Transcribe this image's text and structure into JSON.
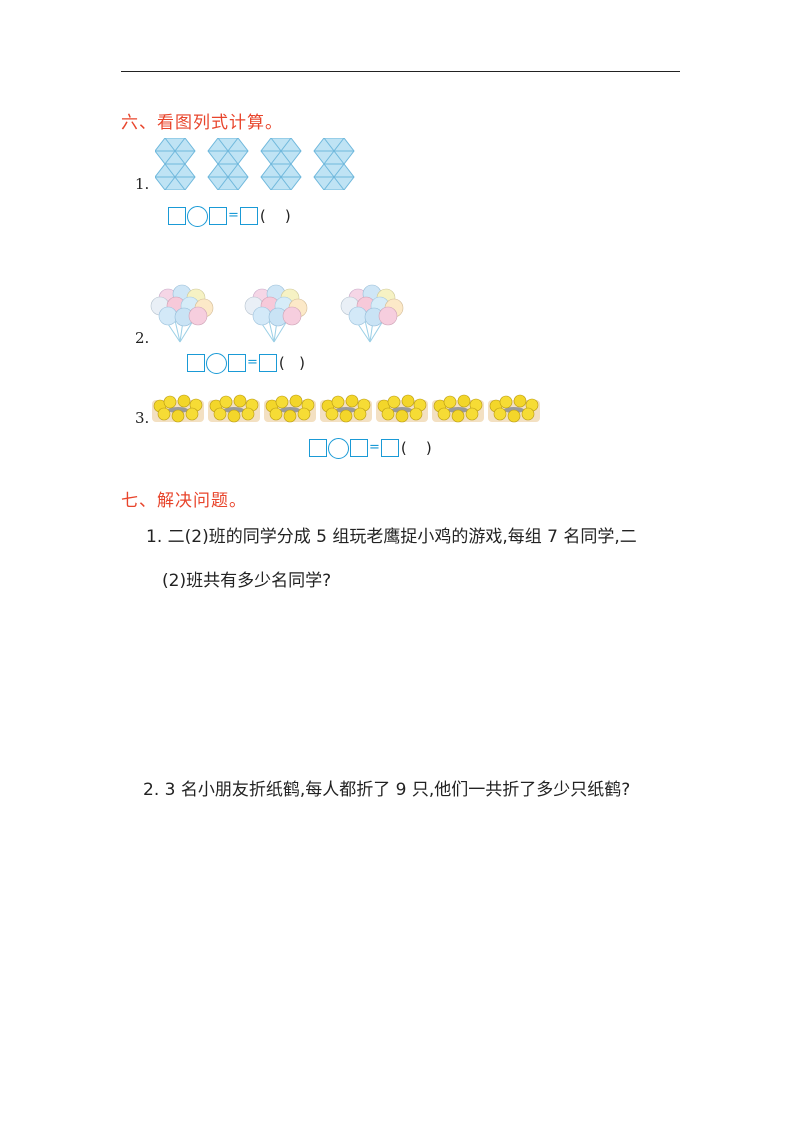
{
  "section6": {
    "title": "六、看图列式计算。",
    "items": [
      {
        "number": "1.",
        "answer_parens": "(    )"
      },
      {
        "number": "2.",
        "answer_parens": "(   )"
      },
      {
        "number": "3.",
        "answer_parens": "(    )"
      }
    ],
    "equals": "="
  },
  "section7": {
    "title": "七、解决问题。",
    "problems": [
      {
        "line1": "1. 二(2)班的同学分成 5 组玩老鹰捉小鸡的游戏,每组 7 名同学,二",
        "line2": "(2)班共有多少名同学?"
      },
      {
        "line1": "2. 3 名小朋友折纸鹤,每人都折了 9 只,他们一共折了多少只纸鹤?"
      }
    ]
  },
  "colors": {
    "accent_red": "#e8452c",
    "box_blue": "#1a9ad6",
    "hex_fill": "#bfe3f4",
    "hex_stroke": "#6fb8dc"
  }
}
